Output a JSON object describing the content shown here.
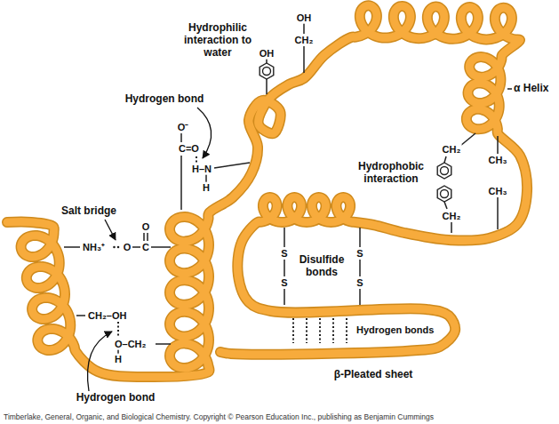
{
  "diagram": {
    "caption": "Timberlake, General, Organic, and Biological Chemistry. Copyright © Pearson Education Inc., publishing as Benjamin Cummings",
    "labels": [
      "Hydrophilic interaction to water",
      "OH",
      "OH",
      "CH₂",
      "Hydrogen bond",
      "O⁻",
      "C=O",
      "H–N",
      "H",
      "α Helix",
      "CH₂",
      "CH₃",
      "Hydrophobic interaction",
      "CH₃",
      "CH₂",
      "Salt bridge",
      "O",
      "NH₃⁺",
      "O",
      "C",
      "Disulfide bonds",
      "S",
      "S",
      "S",
      "S",
      "CH₂–OH",
      "Hydrogen bonds",
      "O–CH₂",
      "H",
      "β-Pleated sheet",
      "Hydrogen bond"
    ]
  }
}
